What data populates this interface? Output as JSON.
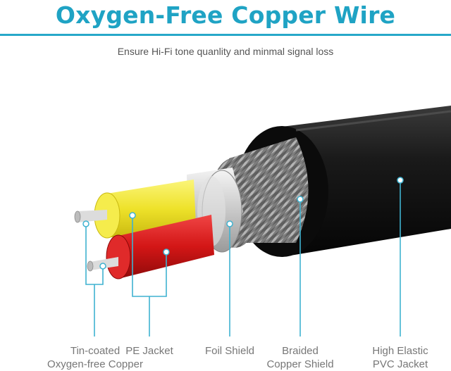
{
  "header": {
    "title": "Oxygen-Free Copper Wire",
    "subtitle": "Ensure Hi-Fi tone quanlity and minmal signal loss"
  },
  "callouts": [
    {
      "id": "conductor",
      "line1": "Tin-coated",
      "line2": "Oxygen-free Copper"
    },
    {
      "id": "pe-jacket",
      "line1": "PE Jacket",
      "line2": ""
    },
    {
      "id": "foil-shield",
      "line1": "Foil Shield",
      "line2": ""
    },
    {
      "id": "braided-shield",
      "line1": "Braided",
      "line2": "Copper Shield"
    },
    {
      "id": "pvc-jacket",
      "line1": "High Elastic",
      "line2": "PVC Jacket"
    }
  ],
  "colors": {
    "accent": "#1fa3c4",
    "pvc": "#151515",
    "yellow": "#f2e62a",
    "red": "#d81a1a",
    "foil": "#cfcfcf",
    "braid": "#8e8e8e"
  }
}
